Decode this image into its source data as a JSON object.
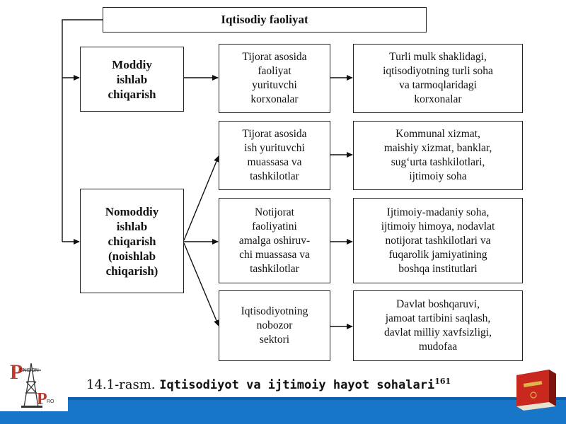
{
  "diagram": {
    "root": "Iqtisodiy faoliyat",
    "categories": {
      "material": "Moddiy\nishlab\nchiqarish",
      "nonmaterial": "Nomoddiy\nishlab\nchiqarish\n(noishlab\nchiqarish)"
    },
    "rows": [
      {
        "middle": "Tijorat asosida\nfaoliyat\nyurituvchi\nkorxonalar",
        "right": "Turli mulk shaklidagi,\niqtisodiyotning turli soha\nva tarmoqlaridagi\nkorxonalar"
      },
      {
        "middle": "Tijorat asosida\nish yurituvchi\nmuassasa va\ntashkilotlar",
        "right": "Kommunal xizmat,\nmaishiy xizmat, banklar,\nsug‘urta tashkilotlari,\nijtimoiy soha"
      },
      {
        "middle": "Notijorat\nfaoliyatini\namalga oshiruv-\nchi muassasa va\ntashkilotlar",
        "right": "Ijtimoiy-madaniy soha,\nijtimoiy himoya, nodavlat\nnotijorat tashkilotlari va\nfuqarolik jamiyatining\nboshqa institutlari"
      },
      {
        "middle": "Iqtisodiyotning\nnobozor\nsektori",
        "right": "Davlat boshqaruvi,\njamoat tartibini saqlash,\ndavlat milliy xavfsizligi,\nmudofaa"
      }
    ]
  },
  "caption": {
    "number": "14.1-rasm.",
    "title": "Iqtisodiyot va ijtimoiy hayot sohalari",
    "footnote": "161"
  },
  "logo": {
    "top_text": "ENSION",
    "side_text": "RO",
    "letters": [
      "P",
      "P"
    ]
  },
  "colors": {
    "bar": "#1876c8",
    "logo_red": "#c0392b",
    "book_red": "#c8281e"
  },
  "icons": [
    "pension-pro-logo-icon",
    "red-book-icon"
  ]
}
